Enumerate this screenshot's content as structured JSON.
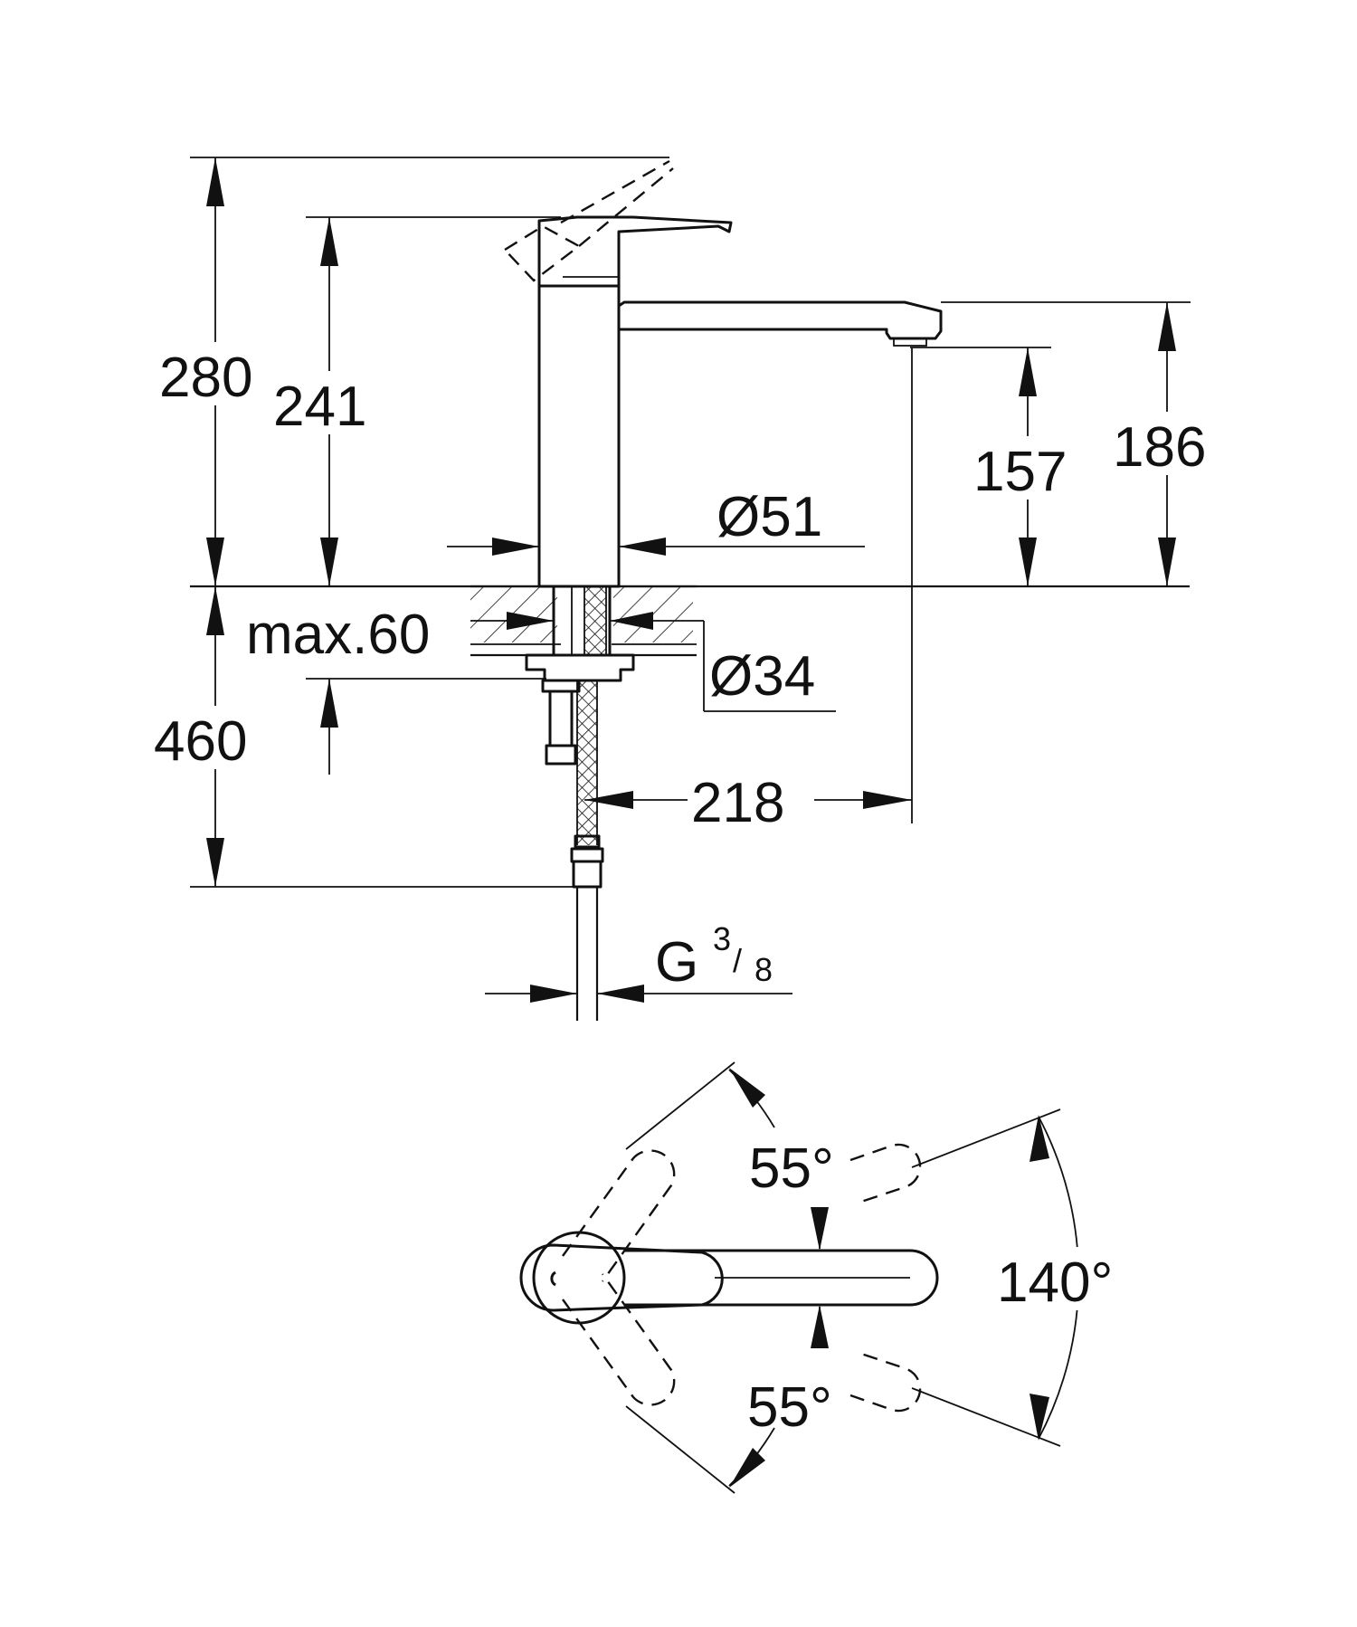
{
  "dimensions": {
    "total_height": "280",
    "lever_top_height": "241",
    "spout_height": "186",
    "outlet_clearance": "157",
    "body_diameter": "Ø51",
    "max_deck_thickness": "max.60",
    "hole_diameter": "Ø34",
    "hose_length": "460",
    "spout_reach": "218",
    "thread_prefix": "G",
    "thread_numerator": "3",
    "thread_slash": "/",
    "thread_denominator": "8"
  },
  "angles": {
    "upper_swivel": "55°",
    "lower_swivel": "55°",
    "total_swivel": "140°"
  }
}
